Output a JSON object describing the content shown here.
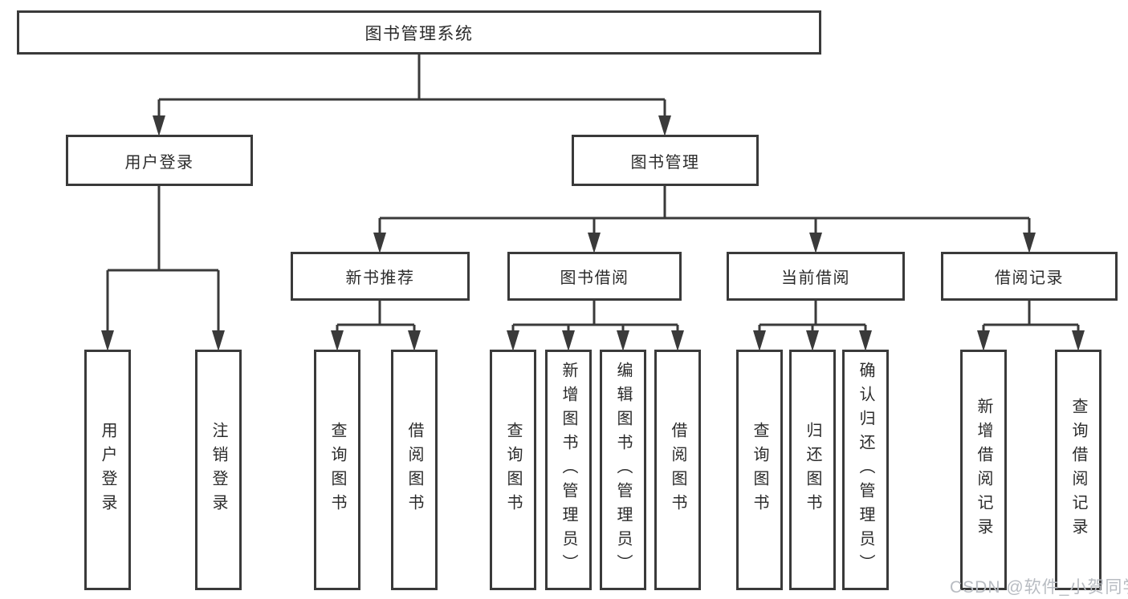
{
  "diagram": {
    "title": "图书管理系统",
    "branches": [
      {
        "label": "用户登录",
        "children": [
          {
            "label": "用户登录"
          },
          {
            "label": "注销登录"
          }
        ]
      },
      {
        "label": "图书管理",
        "children": [
          {
            "label": "新书推荐",
            "children": [
              {
                "label": "查询图书"
              },
              {
                "label": "借阅图书"
              }
            ]
          },
          {
            "label": "图书借阅",
            "children": [
              {
                "label": "查询图书"
              },
              {
                "label": "新增图书（管理员）"
              },
              {
                "label": "编辑图书（管理员）"
              },
              {
                "label": "借阅图书"
              }
            ]
          },
          {
            "label": "当前借阅",
            "children": [
              {
                "label": "查询图书"
              },
              {
                "label": "归还图书"
              },
              {
                "label": "确认归还（管理员）"
              }
            ]
          },
          {
            "label": "借阅记录",
            "children": [
              {
                "label": "新增借阅记录"
              },
              {
                "label": "查询借阅记录"
              }
            ]
          }
        ]
      }
    ]
  },
  "watermark": {
    "text": "CSDN @软件_小贺同学",
    "color": "#b8bcc2"
  },
  "colors": {
    "line": "#3a3a3a",
    "box_border": "#3a3a3a",
    "box_background": "#ffffff",
    "text": "#2b2b2b",
    "page_background": "#ffffff"
  }
}
